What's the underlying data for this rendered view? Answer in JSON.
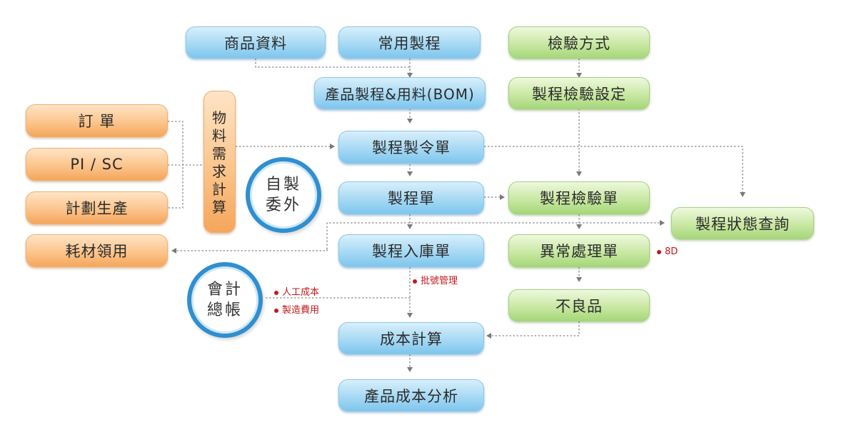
{
  "nodes": {
    "product_info": "商品資料",
    "common_process": "常用製程",
    "inspection_method": "檢驗方式",
    "bom": "產品製程&用料(BOM)",
    "process_inspection_setting": "製程檢驗設定",
    "order": "訂 單",
    "pi_sc": "PI / SC",
    "production_plan": "計劃生產",
    "mrp": [
      "物",
      "料",
      "需",
      "求",
      "計",
      "算"
    ],
    "work_order": "製程製令單",
    "process_sheet": "製程單",
    "process_inspection_sheet": "製程檢驗單",
    "process_status_query": "製程狀態查詢",
    "material_requisition": "耗材領用",
    "process_warehousing": "製程入庫單",
    "exception_handling": "異常處理單",
    "defective": "不良品",
    "cost_calculation": "成本計算",
    "product_cost_analysis": "產品成本分析"
  },
  "circles": {
    "self_outsource": [
      "自製",
      "委外"
    ],
    "accounting": [
      "會計",
      "總帳"
    ]
  },
  "notes": {
    "labor_cost": "人工成本",
    "manufacturing_cost": "製造費用",
    "batch_management": "批號管理",
    "eight_d": "8D"
  },
  "colors": {
    "blue_node": "#a7d9f4",
    "green_node": "#c9e8a3",
    "orange_node": "#fbc58c",
    "connector": "#8a8a8a",
    "note_red": "#c0191c",
    "circle_ring": "#2f8fd0"
  }
}
